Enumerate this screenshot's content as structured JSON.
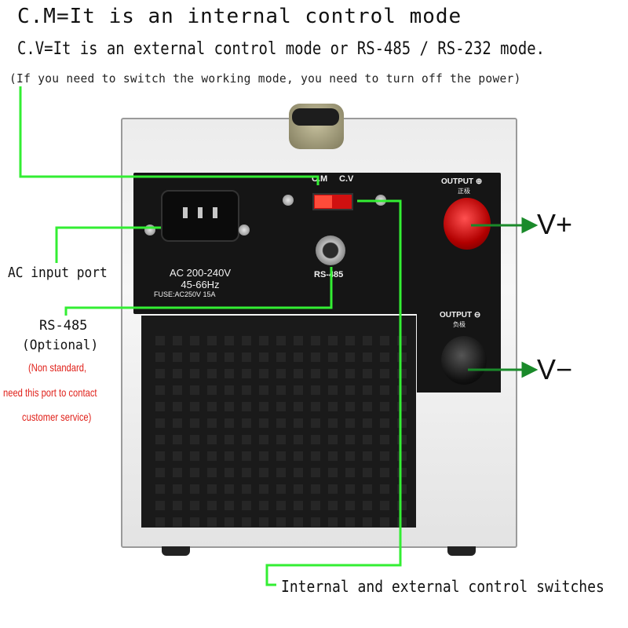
{
  "header": {
    "line1": "C.M=It is an internal control mode",
    "line2": "C.V=It is an external control mode or RS-485 / RS-232 mode.",
    "line3": "(If you need to switch the working mode, you need to turn off the power)"
  },
  "device": {
    "switch_labels": {
      "cm": "C.M",
      "cv": "C.V"
    },
    "ac_spec": {
      "voltage": "AC 200-240V",
      "frequency": "45-66Hz",
      "fuse": "FUSE:AC250V 15A"
    },
    "rs485_connector_label": "RS-485",
    "output_positive": {
      "label": "OUTPUT ⊕",
      "sub": "正极"
    },
    "output_negative": {
      "label": "OUTPUT ⊖",
      "sub": "负极"
    }
  },
  "callouts": {
    "ac_input": "AC input port",
    "rs485": "RS-485",
    "optional": "(Optional)",
    "note_lines": [
      "(Non standard,",
      "need this port to contact",
      "customer service)"
    ],
    "v_plus": "V+",
    "v_minus": "V−",
    "switches": "Internal and external control switches"
  },
  "colors": {
    "callout_line": "#33ee33",
    "arrow": "#1a8a2a",
    "note_text": "#e0211a"
  }
}
